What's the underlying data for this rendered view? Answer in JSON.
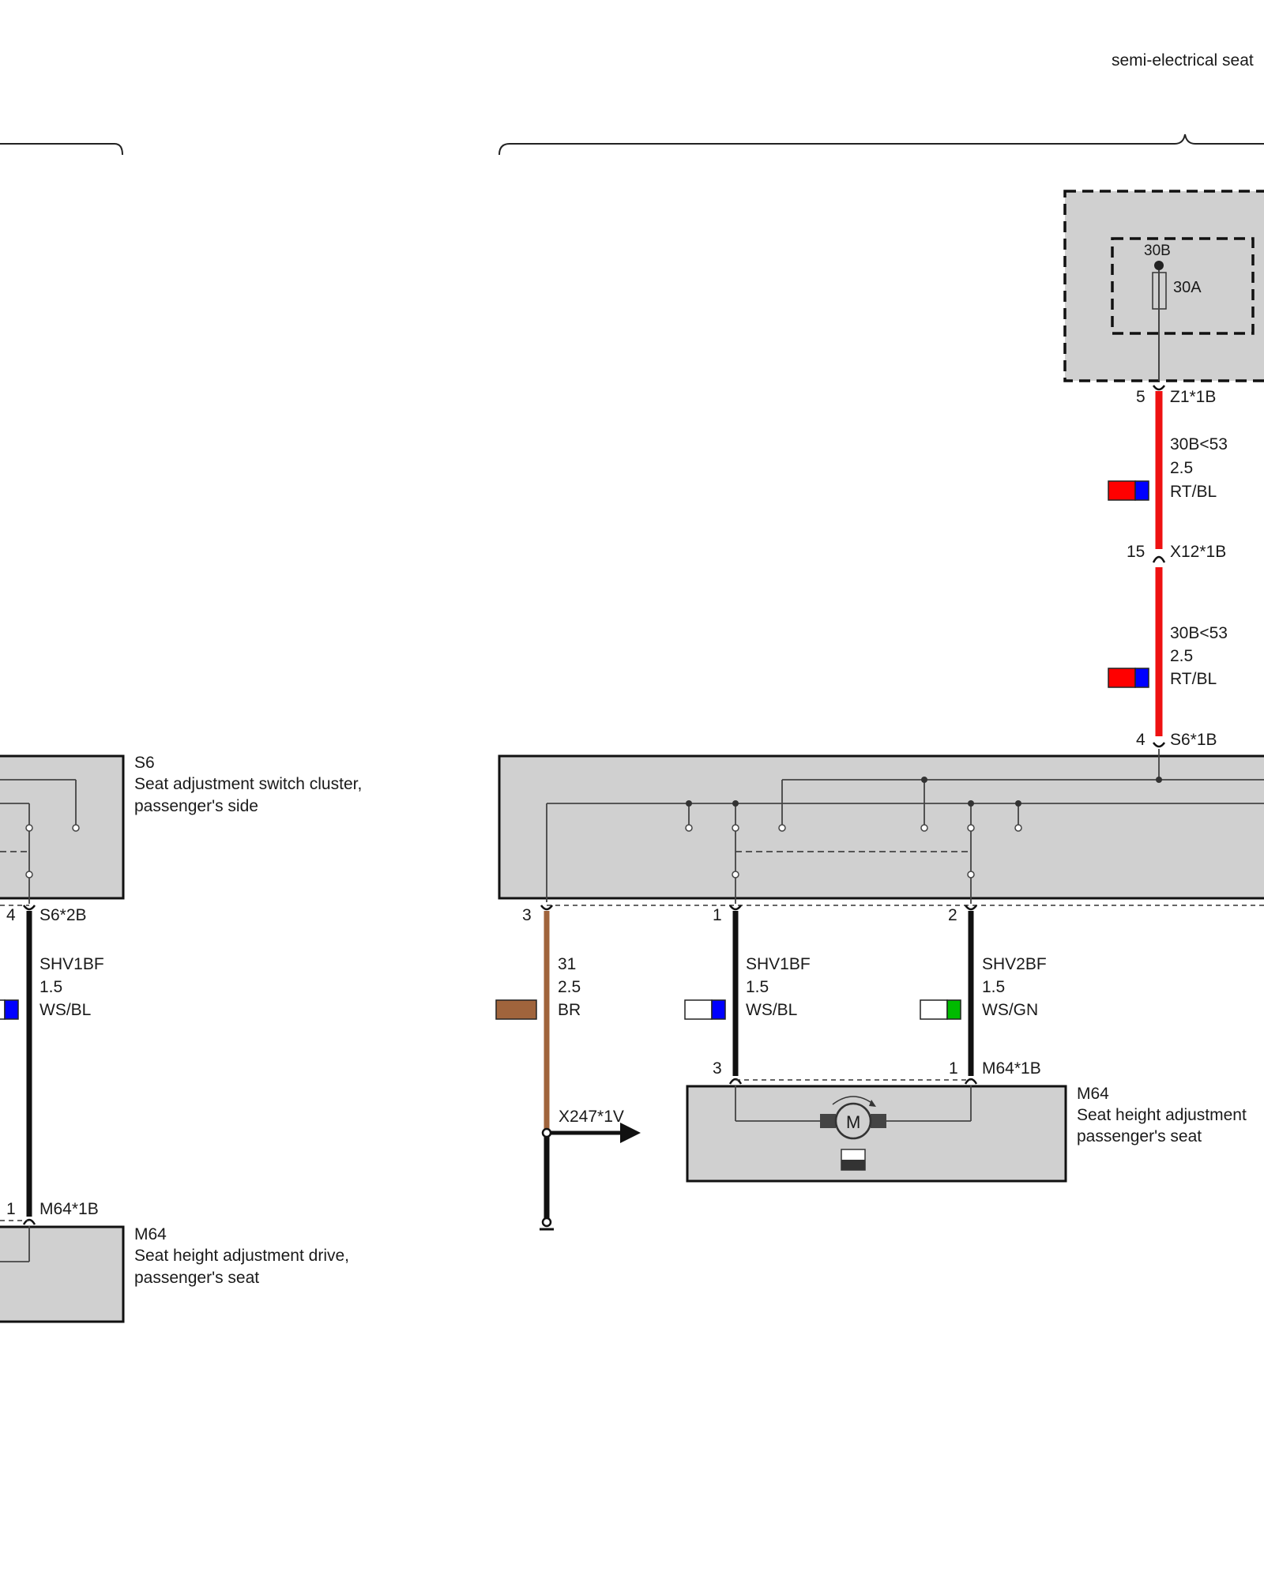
{
  "header": {
    "section_label": "semi-electrical seat"
  },
  "fuse_unit": {
    "terminal": "30B",
    "fuse_rating": "30A"
  },
  "right_circuit": {
    "feed_wire_1": {
      "pin": "5",
      "connector": "Z1*1B",
      "signal": "30B<53",
      "gauge": "2.5",
      "color": "RT/BL",
      "swatch": [
        "#ff0000",
        "#0000ff"
      ]
    },
    "feed_wire_2": {
      "pin_top": "15",
      "connector_mid": "X12*1B",
      "signal": "30B<53",
      "gauge": "2.5",
      "color": "RT/BL",
      "swatch": [
        "#ff0000",
        "#0000ff"
      ],
      "pin_bottom": "4",
      "connector_bottom": "S6*1B"
    },
    "ground_wire": {
      "pin": "3",
      "signal": "31",
      "gauge": "2.5",
      "color": "BR",
      "swatch": [
        "#a0643c"
      ],
      "ground_connector": "X247*1V"
    },
    "wire_1": {
      "pin_top": "1",
      "signal": "SHV1BF",
      "gauge": "1.5",
      "color": "WS/BL",
      "swatch": [
        "#ffffff",
        "#0000ff"
      ],
      "pin_bottom": "3"
    },
    "wire_2": {
      "pin_top": "2",
      "signal": "SHV2BF",
      "gauge": "1.5",
      "color": "WS/GN",
      "swatch": [
        "#ffffff",
        "#00bb00"
      ],
      "pin_bottom": "1",
      "connector_bottom": "M64*1B"
    },
    "motor": {
      "id": "M64",
      "name_line1": "Seat height adjustment",
      "name_line2": "passenger's seat",
      "symbol": "M"
    }
  },
  "left_circuit": {
    "switch": {
      "id": "S6",
      "name_line1": "Seat adjustment switch cluster,",
      "name_line2": "passenger's side"
    },
    "wire": {
      "pin_top": "4",
      "connector_top": "S6*2B",
      "signal": "SHV1BF",
      "gauge": "1.5",
      "color": "WS/BL",
      "swatch": [
        "#ffffff",
        "#0000ff"
      ],
      "pin_bottom": "1",
      "connector_bottom": "M64*1B"
    },
    "motor": {
      "id": "M64",
      "name_line1": "Seat height adjustment drive,",
      "name_line2": "passenger's seat"
    }
  }
}
